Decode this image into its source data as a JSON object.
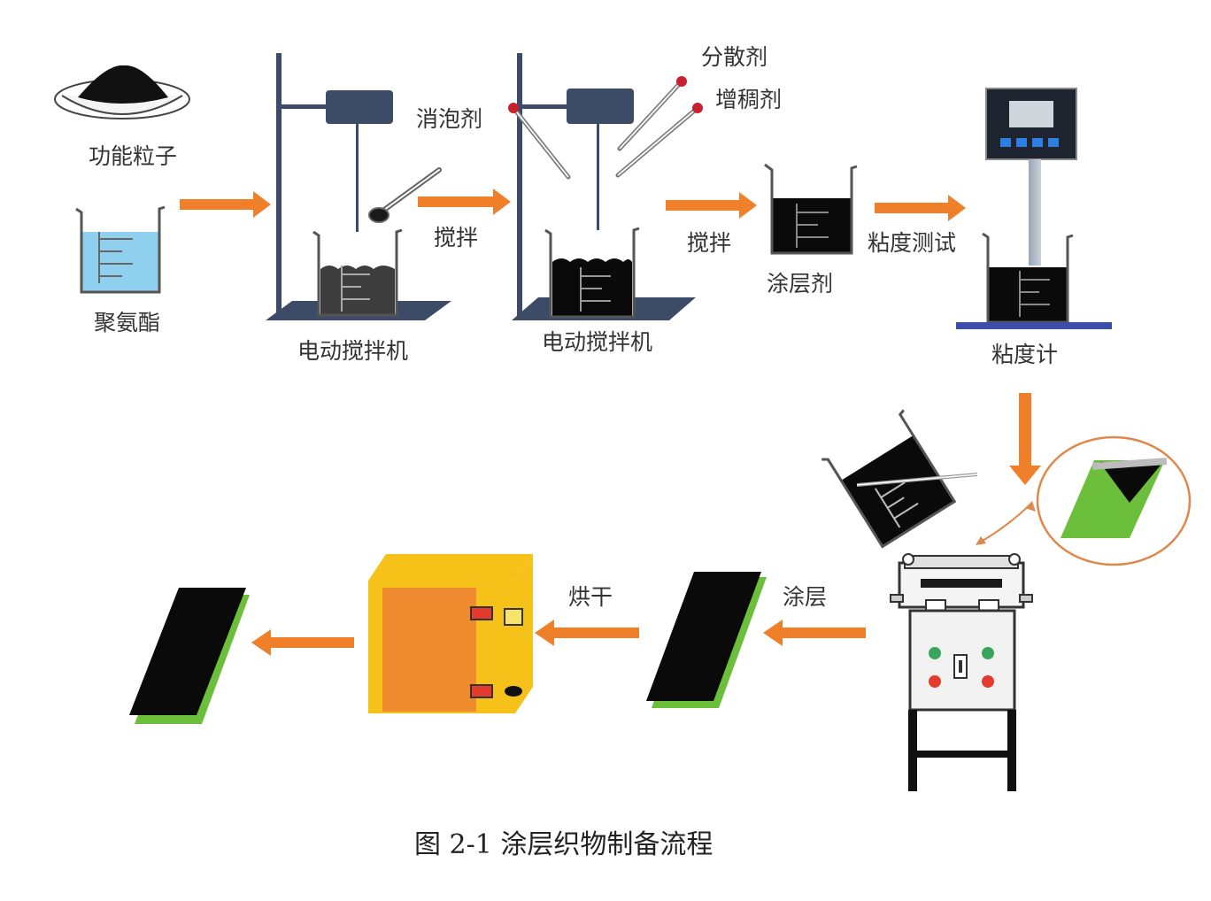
{
  "labels": {
    "functional_particles": "功能粒子",
    "polyurethane": "聚氨酯",
    "stirrer_1": "电动搅拌机",
    "defoamer": "消泡剂",
    "stir_1": "搅拌",
    "stirrer_2": "电动搅拌机",
    "dispersant": "分散剂",
    "thickener": "增稠剂",
    "stir_2": "搅拌",
    "coating_agent": "涂层剂",
    "viscosity_test": "粘度测试",
    "viscometer": "粘度计",
    "coating": "涂层",
    "drying": "烘干"
  },
  "caption": "图 2-1 涂层织物制备流程",
  "colors": {
    "arrow": "#f07f2a",
    "stand": "#3c4b66",
    "coating_black": "#0a0a0a",
    "fabric_green": "#6bbf3a",
    "liquid_blue": "#8fd0ee",
    "oven_orange": "#ef8a2e",
    "oven_yellow": "#f6c21a",
    "button_red": "#e53b2f",
    "button_green": "#3aa35c"
  }
}
